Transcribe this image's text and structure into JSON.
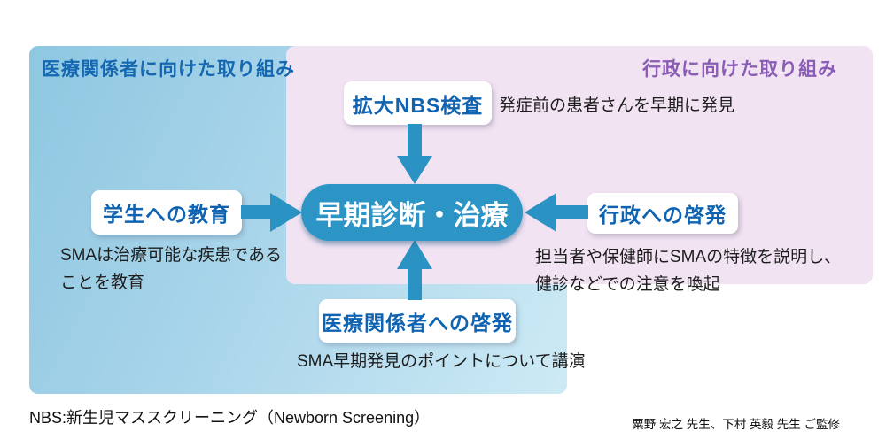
{
  "panels": {
    "medical": {
      "title": "医療関係者に向けた取り組み",
      "title_color": "#1467b0",
      "bg": "#a9d5ea"
    },
    "government": {
      "title": "行政に向けた取り組み",
      "title_color": "#8a5cb5",
      "bg": "#f2e3f3"
    }
  },
  "center": {
    "label": "早期診断・治療",
    "bg": "#2d95c5",
    "text_color": "#ffffff"
  },
  "nodes": {
    "nbs": {
      "label": "拡大NBS検査",
      "note": "発症前の患者さんを早期に発見"
    },
    "students": {
      "label": "学生への教育",
      "note_line1": "SMAは治療可能な疾患である",
      "note_line2": "ことを教育"
    },
    "government": {
      "label": "行政への啓発",
      "note_line1": "担当者や保健師にSMAの特徴を説明し、",
      "note_line2": "健診などでの注意を喚起"
    },
    "medical": {
      "label": "医療関係者への啓発",
      "note": "SMA早期発見のポイントについて講演"
    }
  },
  "footer": {
    "abbreviation": "NBS:新生児マススクリーニング（Newborn Screening）",
    "credit": "粟野 宏之 先生、下村 英毅 先生 ご監修"
  },
  "colors": {
    "arrow": "#2a93c4",
    "box_label": "#0f63b0",
    "panel_blue_gradient_start": "#8ec7e1",
    "panel_blue_gradient_end": "#cdeaf5",
    "panel_purple": "#f2e3f3"
  }
}
